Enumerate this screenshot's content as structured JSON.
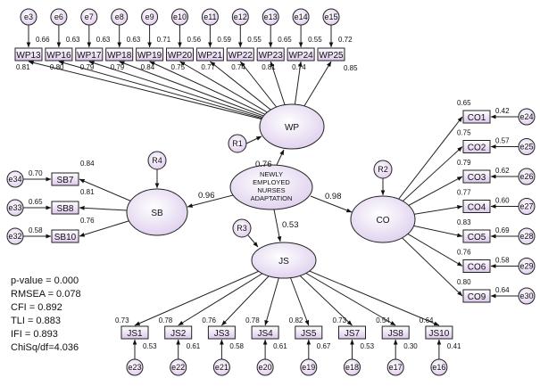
{
  "latents": {
    "WP": "WP",
    "SB": "SB",
    "CO": "CO",
    "JS": "JS",
    "central": [
      "NEWLY",
      "EMPLOYED",
      "NURSES",
      "ADAPTATION"
    ]
  },
  "residuals": {
    "WP": "R1",
    "SB": "R4",
    "CO": "R2",
    "JS": "R3"
  },
  "structural": {
    "WP": "0.76",
    "SB": "0.96",
    "CO": "0.98",
    "JS": "0.53"
  },
  "wp_items": [
    {
      "name": "WP13",
      "error": "e3",
      "loading": "0.81",
      "r2": "0.66"
    },
    {
      "name": "WP16",
      "error": "e6",
      "loading": "0.80",
      "r2": "0.63"
    },
    {
      "name": "WP17",
      "error": "e7",
      "loading": "0.79",
      "r2": "0.63"
    },
    {
      "name": "WP18",
      "error": "e8",
      "loading": "0.79",
      "r2": "0.63"
    },
    {
      "name": "WP19",
      "error": "e9",
      "loading": "0.84",
      "r2": "0.71"
    },
    {
      "name": "WP20",
      "error": "e10",
      "loading": "0.75",
      "r2": "0.56"
    },
    {
      "name": "WP21",
      "error": "e11",
      "loading": "0.77",
      "r2": "0.59"
    },
    {
      "name": "WP22",
      "error": "e12",
      "loading": "0.74",
      "r2": "0.55"
    },
    {
      "name": "WP23",
      "error": "e13",
      "loading": "0.81",
      "r2": "0.65"
    },
    {
      "name": "WP24",
      "error": "e14",
      "loading": "0.74",
      "r2": "0.55"
    },
    {
      "name": "WP25",
      "error": "e15",
      "loading": "0.85",
      "r2": "0.72"
    }
  ],
  "sb_items": [
    {
      "name": "SB7",
      "error": "e34",
      "loading": "0.84",
      "r2": "0.70"
    },
    {
      "name": "SB8",
      "error": "e33",
      "loading": "0.81",
      "r2": "0.65"
    },
    {
      "name": "SB10",
      "error": "e32",
      "loading": "0.76",
      "r2": "0.58"
    }
  ],
  "co_items": [
    {
      "name": "CO1",
      "error": "e24",
      "loading": "0.65",
      "r2": "0.42"
    },
    {
      "name": "CO2",
      "error": "e25",
      "loading": "0.75",
      "r2": "0.57"
    },
    {
      "name": "CO3",
      "error": "e26",
      "loading": "0.79",
      "r2": "0.62"
    },
    {
      "name": "CO4",
      "error": "e27",
      "loading": "0.77",
      "r2": "0.60"
    },
    {
      "name": "CO5",
      "error": "e28",
      "loading": "0.83",
      "r2": "0.69"
    },
    {
      "name": "CO6",
      "error": "e29",
      "loading": "0.76",
      "r2": "0.58"
    },
    {
      "name": "CO9",
      "error": "e30",
      "loading": "0.80",
      "r2": "0.64"
    }
  ],
  "js_items": [
    {
      "name": "JS1",
      "error": "e23",
      "loading": "0.73",
      "r2": "0.53"
    },
    {
      "name": "JS2",
      "error": "e22",
      "loading": "0.78",
      "r2": "0.61"
    },
    {
      "name": "JS3",
      "error": "e21",
      "loading": "0.76",
      "r2": "0.58"
    },
    {
      "name": "JS4",
      "error": "e20",
      "loading": "0.78",
      "r2": "0.61"
    },
    {
      "name": "JS5",
      "error": "e19",
      "loading": "0.82",
      "r2": "0.67"
    },
    {
      "name": "JS7",
      "error": "e18",
      "loading": "0.73",
      "r2": "0.53"
    },
    {
      "name": "JS8",
      "error": "e17",
      "loading": "0.54",
      "r2": "0.30"
    },
    {
      "name": "JS10",
      "error": "e16",
      "loading": "0.64",
      "r2": "0.41"
    }
  ],
  "fit": [
    "p-value = 0.000",
    "RMSEA = 0.078",
    "CFI = 0.892",
    "TLI = 0.883",
    "IFI = 0.893",
    "ChiSq/df=4.036"
  ]
}
